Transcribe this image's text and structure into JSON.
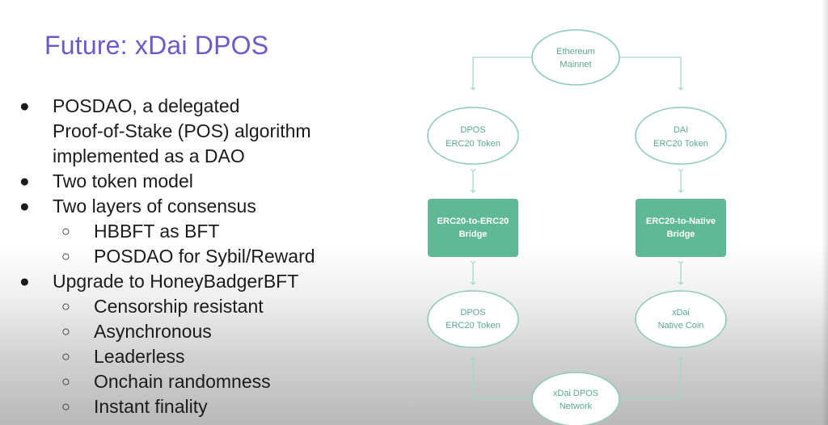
{
  "slide": {
    "title": "Future: xDai DPOS",
    "bullets": [
      {
        "level": 1,
        "lines": [
          "POSDAO, a delegated",
          "Proof-of-Stake (POS) algorithm",
          "implemented as a DAO"
        ]
      },
      {
        "level": 1,
        "lines": [
          "Two token model"
        ]
      },
      {
        "level": 1,
        "lines": [
          "Two layers of consensus"
        ]
      },
      {
        "level": 2,
        "lines": [
          "HBBFT as BFT"
        ]
      },
      {
        "level": 2,
        "lines": [
          "POSDAO for Sybil/Reward"
        ]
      },
      {
        "level": 1,
        "lines": [
          "Upgrade to HoneyBadgerBFT"
        ]
      },
      {
        "level": 2,
        "lines": [
          "Censorship resistant"
        ]
      },
      {
        "level": 2,
        "lines": [
          "Asynchronous"
        ]
      },
      {
        "level": 2,
        "lines": [
          "Leaderless"
        ]
      },
      {
        "level": 2,
        "lines": [
          "Onchain randomness"
        ]
      },
      {
        "level": 2,
        "lines": [
          "Instant finality"
        ]
      }
    ]
  },
  "diagram": {
    "colors": {
      "node_stroke": "#8fcbb4",
      "node_text": "#5aa88c",
      "box_fill": "#5fb896",
      "box_text": "#ffffff",
      "arrow": "#a7d6c4"
    },
    "nodes": {
      "ethereum": {
        "line1": "Ethereum",
        "line2": "Mainnet"
      },
      "dpos_top": {
        "line1": "DPOS",
        "line2": "ERC20 Token"
      },
      "dai_top": {
        "line1": "DAI",
        "line2": "ERC20 Token"
      },
      "bridge_left": {
        "line1": "ERC20-to-ERC20",
        "line2": "Bridge"
      },
      "bridge_right": {
        "line1": "ERC20-to-Native",
        "line2": "Bridge"
      },
      "dpos_bottom": {
        "line1": "DPOS",
        "line2": "ERC20 Token"
      },
      "xdai_native": {
        "line1": "xDai",
        "line2": "Native Coin"
      },
      "xdai_network": {
        "line1": "xDai DPOS",
        "line2": "Network"
      }
    }
  }
}
